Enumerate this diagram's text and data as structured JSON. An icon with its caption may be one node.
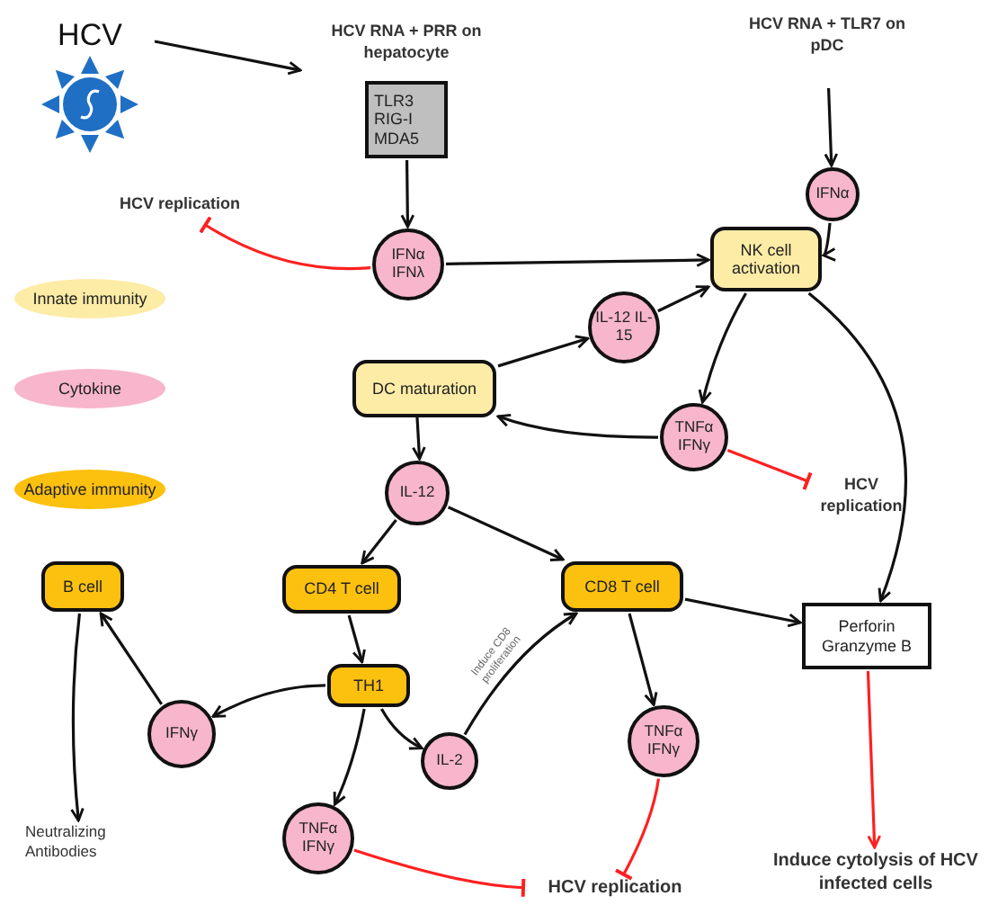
{
  "diagram": {
    "nodes": [
      {
        "text": [
          "HCV"
        ]
      },
      {
        "text": [
          "HCV RNA + PRR on hepatocyte"
        ]
      },
      {
        "text": [
          "TLR3 RIG-I MDA5"
        ]
      },
      {
        "text": [
          "HCV RNA + TLR7 on pDC"
        ]
      },
      {
        "text": [
          "IFNα"
        ]
      },
      {
        "text": [
          "HCV replication"
        ]
      },
      {
        "text": [
          "IFNα IFNλ"
        ]
      },
      {
        "text": [
          "NK cell activation"
        ]
      },
      {
        "text": [
          "IL-12 IL-15"
        ]
      },
      {
        "text": [
          "DC maturation"
        ]
      },
      {
        "text": [
          "TNFα IFNγ"
        ]
      },
      {
        "text": [
          "HCV replication"
        ]
      },
      {
        "text": [
          "IL-12"
        ]
      },
      {
        "text": [
          "B cell"
        ]
      },
      {
        "text": [
          "CD4 T cell"
        ]
      },
      {
        "text": [
          "CD8 T cell"
        ]
      },
      {
        "text": [
          "Perforin Granzyme B"
        ]
      },
      {
        "text": [
          "TH1"
        ]
      },
      {
        "text": [
          "IFNγ"
        ]
      },
      {
        "text": [
          "IL-2"
        ]
      },
      {
        "text": [
          "TNFα IFNγ"
        ]
      },
      {
        "text": [
          "TNFα IFNγ"
        ]
      },
      {
        "text": [
          "Neutralizing Antibodies"
        ]
      },
      {
        "text": [
          "HCV replication"
        ]
      },
      {
        "text": [
          "Induce cytolysis of HCV infected cells"
        ]
      }
    ],
    "edges": [
      {
        "from": 0,
        "to": 1,
        "arrow": "to"
      },
      {
        "from": 2,
        "to": 6,
        "arrow": "to"
      },
      {
        "from": 3,
        "to": 4,
        "arrow": "to"
      },
      {
        "from": 4,
        "to": 7,
        "arrow": "to"
      },
      {
        "from": 6,
        "to": 7,
        "arrow": "to"
      },
      {
        "from": 6,
        "to": 5,
        "arrow": "other",
        "color": "#ff2020"
      },
      {
        "from": 9,
        "to": 8,
        "arrow": "to"
      },
      {
        "from": 8,
        "to": 7,
        "arrow": "to"
      },
      {
        "from": 7,
        "to": 10,
        "arrow": "to"
      },
      {
        "from": 10,
        "to": 9,
        "arrow": "to"
      },
      {
        "from": 10,
        "to": 11,
        "arrow": "other",
        "color": "#ff2020"
      },
      {
        "from": 9,
        "to": 12,
        "arrow": "to"
      },
      {
        "from": 12,
        "to": 14,
        "arrow": "to"
      },
      {
        "from": 12,
        "to": 15,
        "arrow": "to"
      },
      {
        "from": 7,
        "to": 16,
        "arrow": "to"
      },
      {
        "from": 14,
        "to": 17,
        "arrow": "to"
      },
      {
        "from": 17,
        "to": 18,
        "arrow": "to"
      },
      {
        "from": 18,
        "to": 13,
        "arrow": "to"
      },
      {
        "from": 17,
        "to": 19,
        "arrow": "to"
      },
      {
        "from": 17,
        "to": 21,
        "arrow": "to"
      },
      {
        "from": 19,
        "to": 15,
        "arrow": "to",
        "label": "Induce CD8 proliferation"
      },
      {
        "from": 15,
        "to": 16,
        "arrow": "to"
      },
      {
        "from": 15,
        "to": 20,
        "arrow": "to"
      },
      {
        "from": 20,
        "to": 23,
        "arrow": "other",
        "color": "#ff2020"
      },
      {
        "from": 21,
        "to": 23,
        "arrow": "other",
        "color": "#ff2020"
      },
      {
        "from": 16,
        "to": 24,
        "arrow": "to",
        "color": "#ff2020"
      },
      {
        "from": 13,
        "to": 22,
        "arrow": "to"
      }
    ],
    "legend": [
      {
        "text": "Innate immunity",
        "color": "#fdeca6"
      },
      {
        "text": "Cytokine",
        "color": "#f7b6cc"
      },
      {
        "text": "Adaptive immunity",
        "color": "#fcc10f"
      }
    ]
  }
}
